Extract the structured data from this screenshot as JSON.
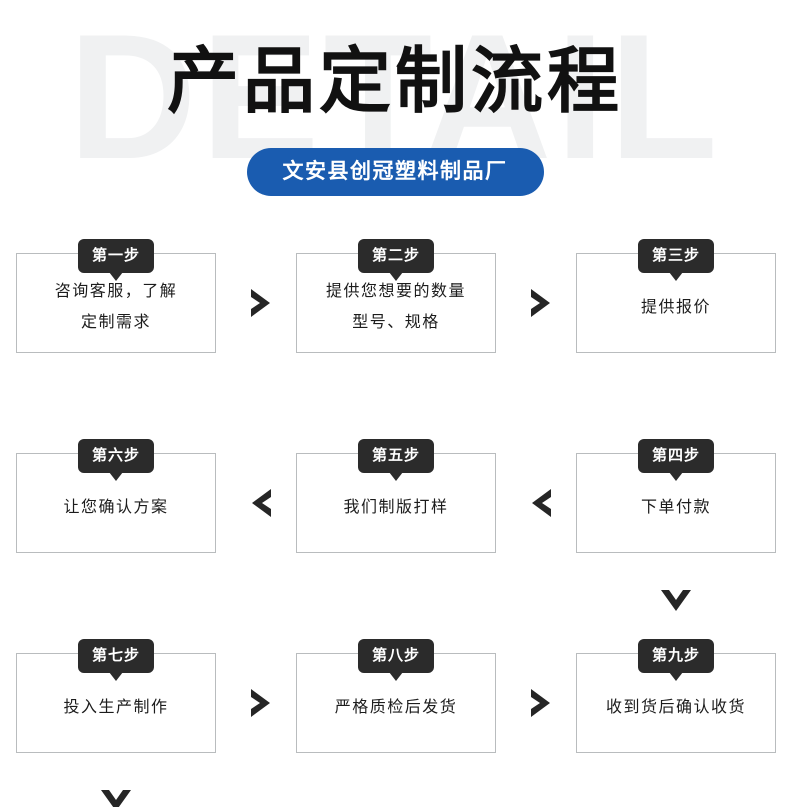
{
  "header": {
    "watermark": "DETAIL",
    "title": "产品定制流程",
    "subtitle": "文安县创冠塑料制品厂",
    "accent_color": "#1a5cb0",
    "badge_color": "#2b2b2b",
    "watermark_color": "#f0f1f2"
  },
  "flow": {
    "rows": [
      {
        "direction": "left-to-right",
        "steps": [
          {
            "badge": "第一步",
            "text": "咨询客服，了解\n定制需求"
          },
          {
            "badge": "第二步",
            "text": "提供您想要的数量\n型号、规格"
          },
          {
            "badge": "第三步",
            "text": "提供报价"
          }
        ],
        "connectors": [
          {
            "icon": "chevron-right-icon"
          },
          {
            "icon": "chevron-right-icon"
          }
        ]
      },
      {
        "direction": "right-to-left",
        "steps": [
          {
            "badge": "第六步",
            "text": "让您确认方案"
          },
          {
            "badge": "第五步",
            "text": "我们制版打样"
          },
          {
            "badge": "第四步",
            "text": "下单付款"
          }
        ],
        "connectors": [
          {
            "icon": "chevron-left-icon"
          },
          {
            "icon": "chevron-left-icon"
          }
        ]
      },
      {
        "direction": "left-to-right",
        "steps": [
          {
            "badge": "第七步",
            "text": "投入生产制作"
          },
          {
            "badge": "第八步",
            "text": "严格质检后发货"
          },
          {
            "badge": "第九步",
            "text": "收到货后确认收货"
          }
        ],
        "connectors": [
          {
            "icon": "chevron-right-icon"
          },
          {
            "icon": "chevron-right-icon"
          }
        ]
      }
    ],
    "row_connectors": [
      {
        "icon": "chevron-down-icon",
        "position": "right-column"
      },
      {
        "icon": "chevron-down-icon",
        "position": "left-column"
      }
    ]
  }
}
